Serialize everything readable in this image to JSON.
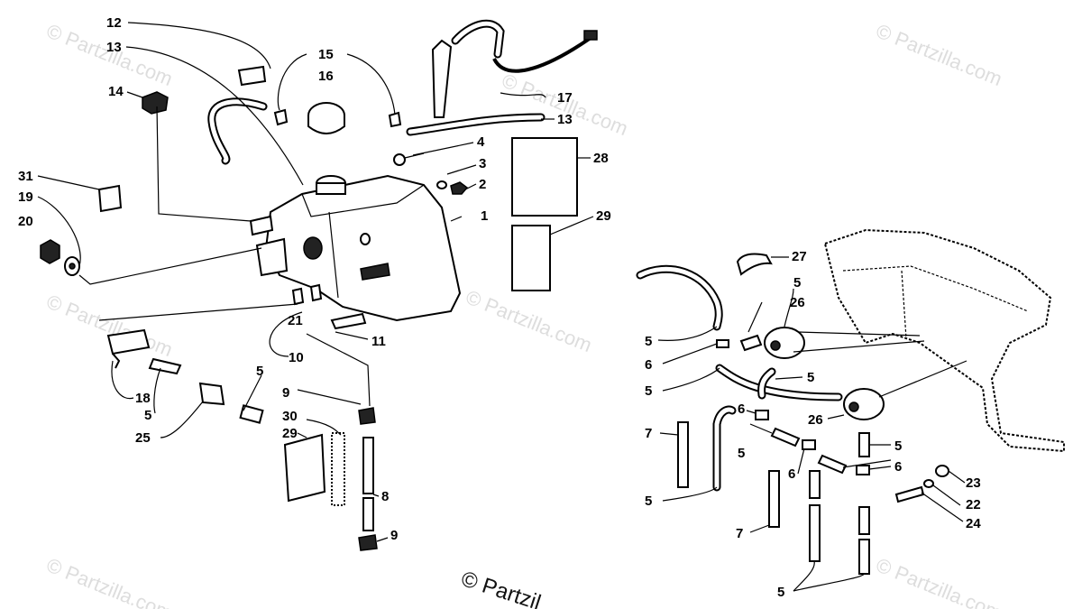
{
  "watermark_text": "© Partzilla.com",
  "credit_text": "© Partzil",
  "callouts": [
    {
      "id": "c12",
      "text": "12"
    },
    {
      "id": "c13a",
      "text": "13"
    },
    {
      "id": "c14",
      "text": "14"
    },
    {
      "id": "c15",
      "text": "15"
    },
    {
      "id": "c16",
      "text": "16"
    },
    {
      "id": "c17",
      "text": "17"
    },
    {
      "id": "c13b",
      "text": "13"
    },
    {
      "id": "c4",
      "text": "4"
    },
    {
      "id": "c3",
      "text": "3"
    },
    {
      "id": "c2",
      "text": "2"
    },
    {
      "id": "c28",
      "text": "28"
    },
    {
      "id": "c1",
      "text": "1"
    },
    {
      "id": "c29a",
      "text": "29"
    },
    {
      "id": "c31",
      "text": "31"
    },
    {
      "id": "c19",
      "text": "19"
    },
    {
      "id": "c20",
      "text": "20"
    },
    {
      "id": "c21",
      "text": "21"
    },
    {
      "id": "c11",
      "text": "11"
    },
    {
      "id": "c10",
      "text": "10"
    },
    {
      "id": "c5a",
      "text": "5"
    },
    {
      "id": "c9a",
      "text": "9"
    },
    {
      "id": "c18",
      "text": "18"
    },
    {
      "id": "c5b",
      "text": "5"
    },
    {
      "id": "c25",
      "text": "25"
    },
    {
      "id": "c30",
      "text": "30"
    },
    {
      "id": "c29b",
      "text": "29"
    },
    {
      "id": "c8",
      "text": "8"
    },
    {
      "id": "c9b",
      "text": "9"
    },
    {
      "id": "c27",
      "text": "27"
    },
    {
      "id": "c5c",
      "text": "5"
    },
    {
      "id": "c26a",
      "text": "26"
    },
    {
      "id": "c5d",
      "text": "5"
    },
    {
      "id": "c6a",
      "text": "6"
    },
    {
      "id": "c5e",
      "text": "5"
    },
    {
      "id": "c5f",
      "text": "5"
    },
    {
      "id": "c7a",
      "text": "7"
    },
    {
      "id": "c6b",
      "text": "6"
    },
    {
      "id": "c26b",
      "text": "26"
    },
    {
      "id": "c5g",
      "text": "5"
    },
    {
      "id": "c5h",
      "text": "5"
    },
    {
      "id": "c6c",
      "text": "6"
    },
    {
      "id": "c6d",
      "text": "6"
    },
    {
      "id": "c5i",
      "text": "5"
    },
    {
      "id": "c23",
      "text": "23"
    },
    {
      "id": "c22",
      "text": "22"
    },
    {
      "id": "c24",
      "text": "24"
    },
    {
      "id": "c7b",
      "text": "7"
    },
    {
      "id": "c5j",
      "text": "5"
    }
  ]
}
